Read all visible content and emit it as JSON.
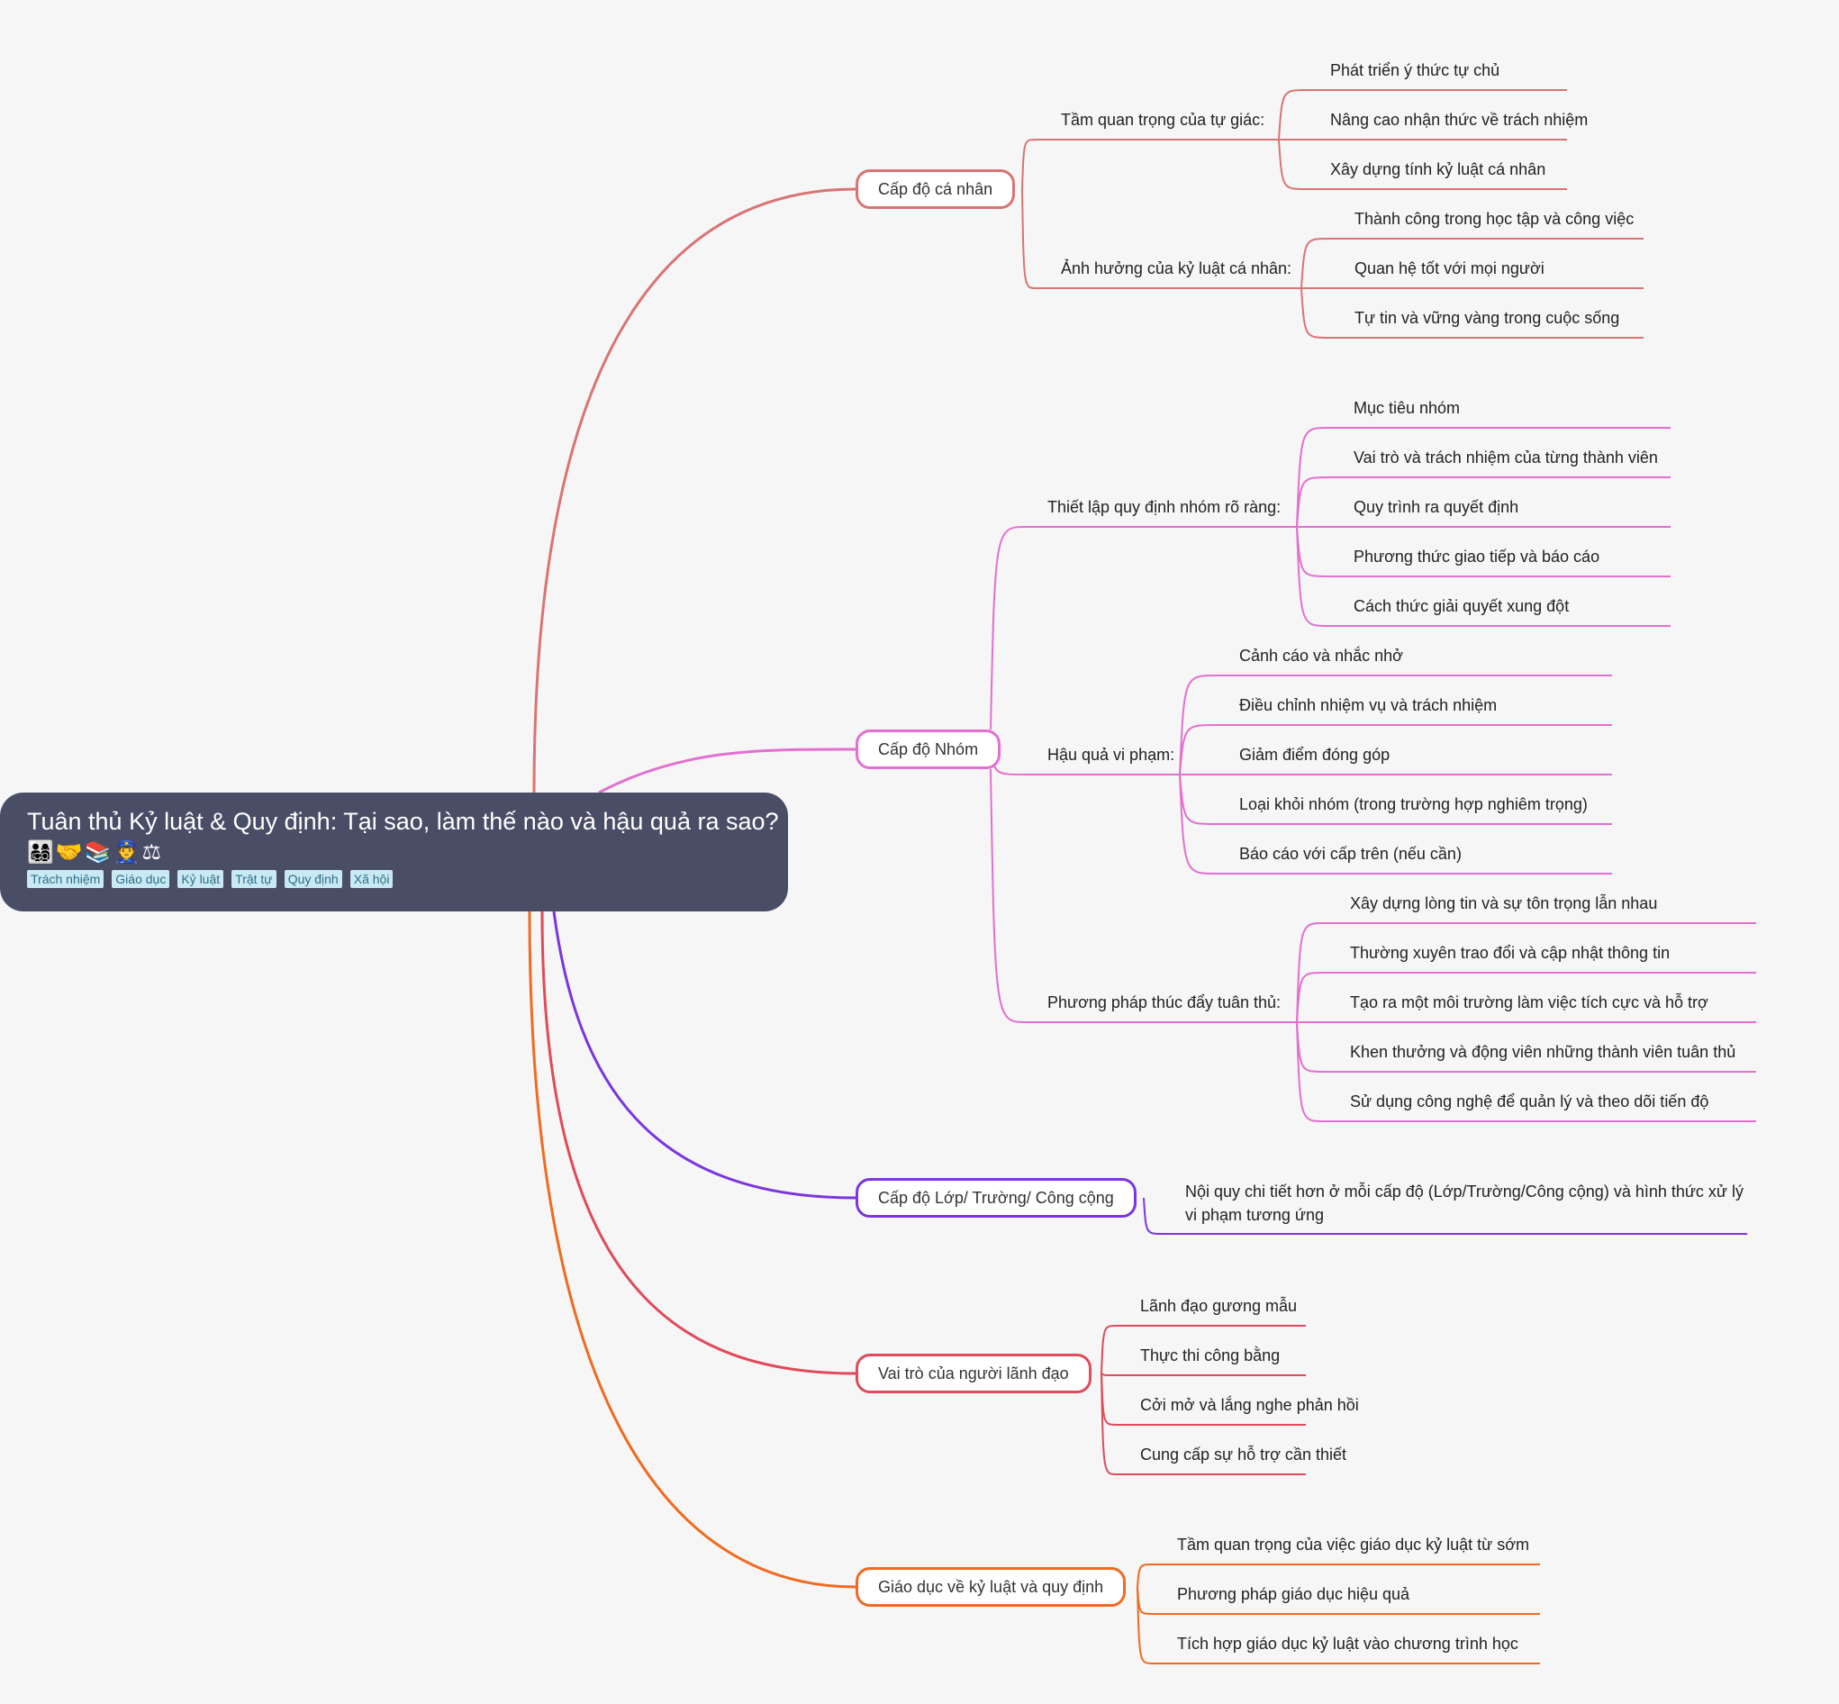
{
  "root": {
    "title": "Tuân thủ Kỷ luật & Quy định: Tại sao, làm thế nào và hậu quả ra sao?",
    "emoji": "👨‍👩‍👧‍👦🤝📚👮⚖",
    "tags": [
      "Trách nhiệm",
      "Giáo dục",
      "Kỷ luật",
      "Trật tự",
      "Quy định",
      "Xã hội"
    ]
  },
  "colors": {
    "ca_nhan": "#d97474",
    "nhom": "#e36fd0",
    "lop": "#7b35e0",
    "lanh_dao": "#e04a5a",
    "giao_duc": "#f06a20"
  },
  "branches": [
    {
      "label": "Cấp độ cá nhân",
      "groups": [
        {
          "label": "Tầm quan trọng của tự giác:",
          "items": [
            "Phát triển ý thức tự chủ",
            "Nâng cao nhận thức về trách nhiệm",
            "Xây dựng tính kỷ luật cá nhân"
          ]
        },
        {
          "label": "Ảnh hưởng của kỷ luật cá nhân:",
          "items": [
            "Thành công trong học tập và công việc",
            "Quan hệ tốt với mọi người",
            "Tự tin và vững vàng trong cuộc sống"
          ]
        }
      ]
    },
    {
      "label": "Cấp độ Nhóm",
      "groups": [
        {
          "label": "Thiết lập quy định nhóm rõ ràng:",
          "items": [
            "Mục tiêu nhóm",
            "Vai trò và trách nhiệm của từng thành viên",
            "Quy trình ra quyết định",
            "Phương thức giao tiếp và báo cáo",
            "Cách thức giải quyết xung đột"
          ]
        },
        {
          "label": "Hậu quả vi phạm:",
          "items": [
            "Cảnh cáo và nhắc nhở",
            "Điều chỉnh nhiệm vụ và trách nhiệm",
            "Giảm điểm đóng góp",
            "Loại khỏi nhóm (trong trường hợp nghiêm trọng)",
            "Báo cáo với cấp trên (nếu cần)"
          ]
        },
        {
          "label": "Phương pháp thúc đẩy tuân thủ:",
          "items": [
            "Xây dựng lòng tin và sự tôn trọng lẫn nhau",
            "Thường xuyên trao đổi và cập nhật thông tin",
            "Tạo ra một môi trường làm việc tích cực và hỗ trợ",
            "Khen thưởng và động viên những thành viên tuân thủ",
            "Sử dụng công nghệ để quản lý và theo dõi tiến độ"
          ]
        }
      ]
    },
    {
      "label": "Cấp độ Lớp/ Trường/ Công cộng",
      "items": [
        "Nội quy chi tiết hơn ở mỗi cấp độ (Lớp/Trường/Công cộng) và hình thức xử lý vi phạm tương ứng"
      ]
    },
    {
      "label": "Vai trò của người lãnh đạo",
      "items": [
        "Lãnh đạo gương mẫu",
        "Thực thi công bằng",
        "Cởi mở và lắng nghe phản hồi",
        "Cung cấp sự hỗ trợ cần thiết"
      ]
    },
    {
      "label": "Giáo dục về kỷ luật và quy định",
      "items": [
        "Tầm quan trọng của việc giáo dục kỷ luật từ sớm",
        "Phương pháp giáo dục hiệu quả",
        "Tích hợp giáo dục kỷ luật vào chương trình học"
      ]
    }
  ]
}
